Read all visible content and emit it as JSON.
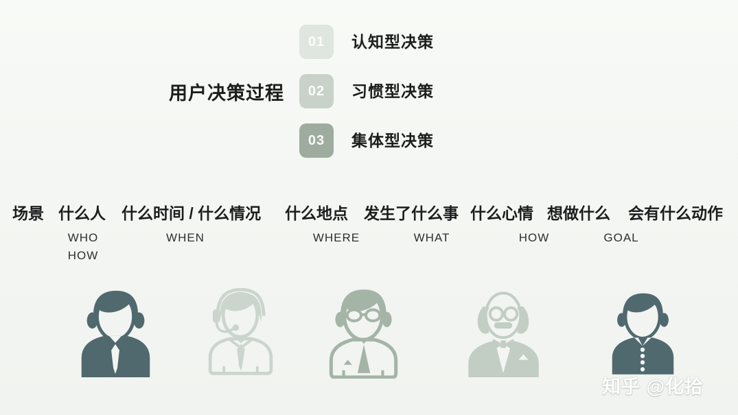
{
  "title": "用户决策过程",
  "steps": [
    {
      "num": "01",
      "label": "认知型决策",
      "color": "#dfe5df"
    },
    {
      "num": "02",
      "label": "习惯型决策",
      "color": "#c8d2c8"
    },
    {
      "num": "03",
      "label": "集体型决策",
      "color": "#9dac9e"
    }
  ],
  "scenario": {
    "lead": "场景",
    "columns": [
      {
        "zh": "什么人",
        "en": "WHO",
        "en2": "HOW"
      },
      {
        "zh": "什么时间 / 什么情况",
        "en": "WHEN"
      },
      {
        "zh": "什么地点",
        "en": "WHERE"
      },
      {
        "zh": "发生了什么事",
        "en": "WHAT"
      },
      {
        "zh": "什么心情",
        "en": "HOW"
      },
      {
        "zh": "想做什么",
        "en": "GOAL"
      },
      {
        "zh": "会有什么动作",
        "en": ""
      }
    ]
  },
  "avatars": [
    {
      "name": "businessman with tie",
      "color": "#50696e"
    },
    {
      "name": "support agent with headset",
      "color": "#ccd5cd"
    },
    {
      "name": "man with glasses and tie",
      "color": "#a4b4a7"
    },
    {
      "name": "elderly man with bow tie",
      "color": "#c2cec4"
    },
    {
      "name": "man with buttoned shirt",
      "color": "#50696e"
    }
  ],
  "watermark": "知乎 @化拾",
  "colors": {
    "background": "#f3f5f2",
    "text": "#1d1d1d",
    "badge_text": "#fbfcfb"
  }
}
